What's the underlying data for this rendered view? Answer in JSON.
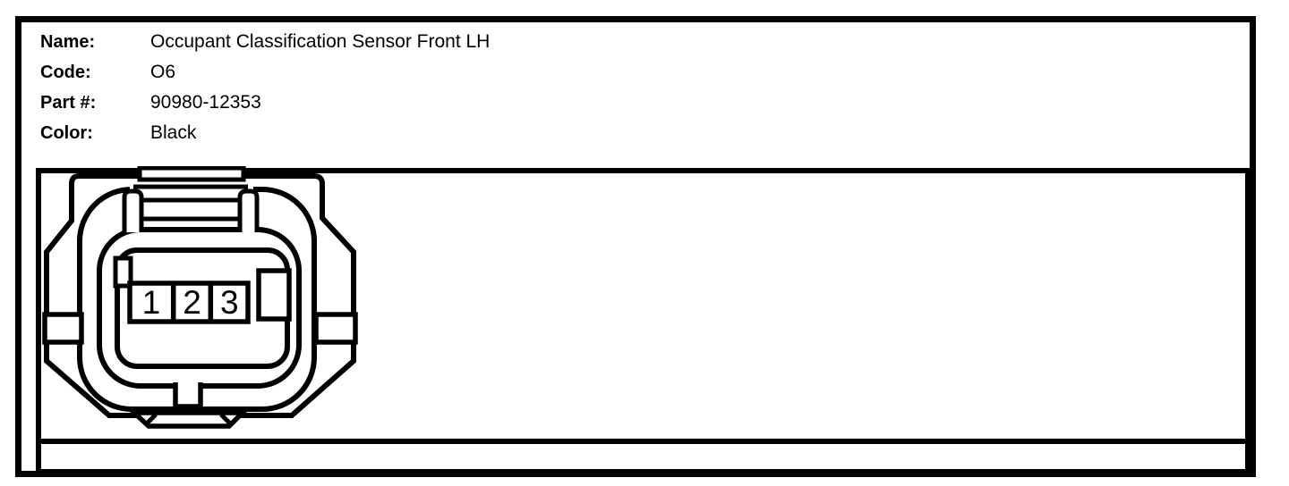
{
  "colors": {
    "line": "#000000",
    "background": "#ffffff"
  },
  "info": {
    "rows": [
      {
        "label": "Name:",
        "value": "Occupant Classification Sensor Front LH"
      },
      {
        "label": "Code:",
        "value": "O6"
      },
      {
        "label": "Part #:",
        "value": "90980-12353"
      },
      {
        "label": "Color:",
        "value": "Black"
      }
    ]
  },
  "connector": {
    "pins": [
      "1",
      "2",
      "3"
    ]
  }
}
